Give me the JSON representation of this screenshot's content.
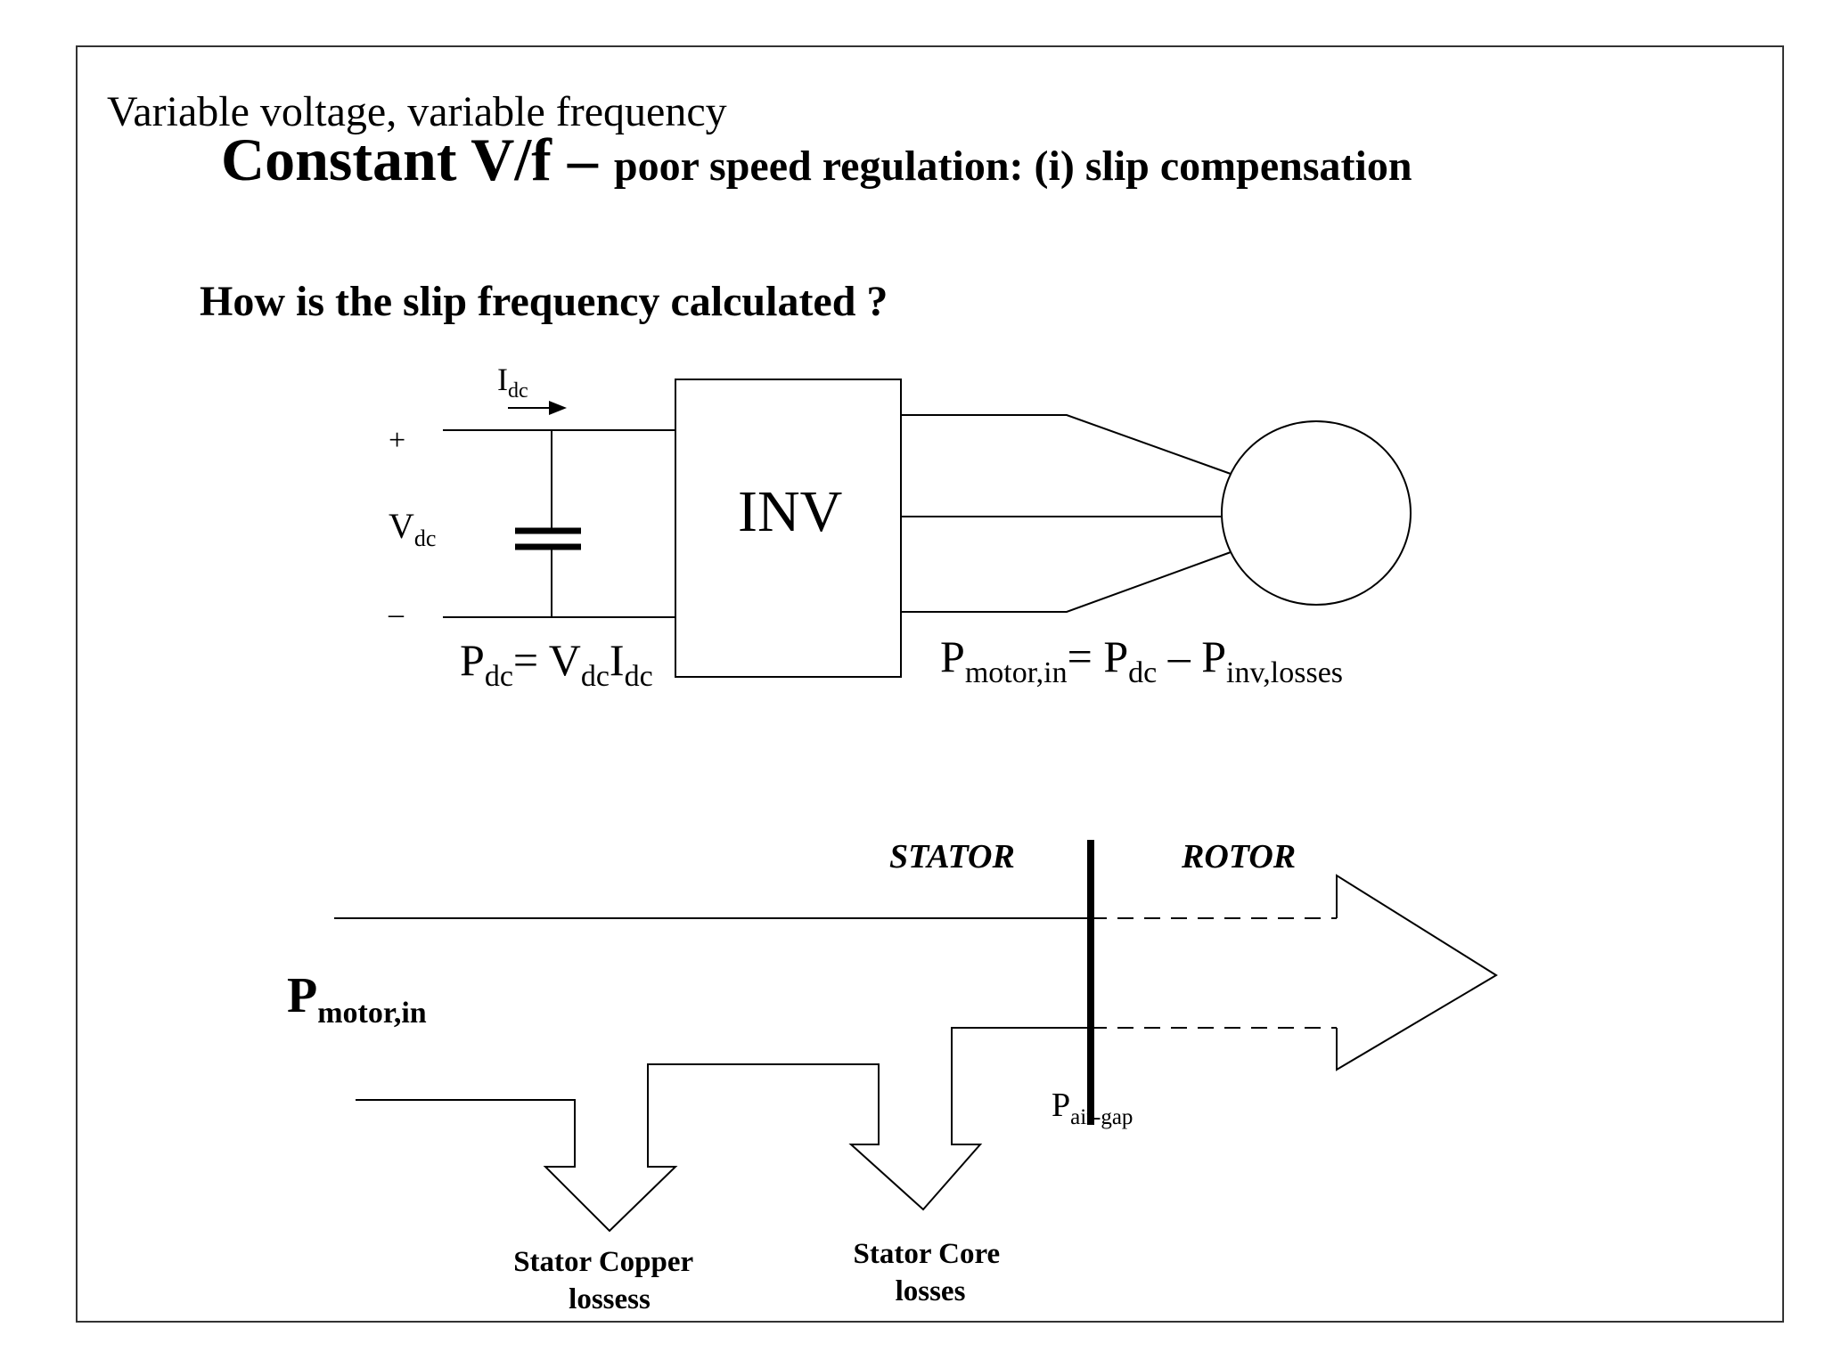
{
  "slide": {
    "header": "Variable voltage, variable frequency",
    "title_main": "Constant V/f",
    "title_dash": "–",
    "title_rest": "poor speed regulation:  (i) slip compensation",
    "question": "How is the slip frequency calculated ?"
  },
  "circuit": {
    "current": {
      "base": "I",
      "sub": "dc"
    },
    "plus": "+",
    "minus": "–",
    "voltage": {
      "base": "V",
      "sub": "dc"
    },
    "inverter": "INV",
    "pdc_eq": {
      "p": "P",
      "p_sub": "dc",
      "eq": "= V",
      "v_sub": "dc",
      "i": "I",
      "i_sub": "dc"
    },
    "pmotor_eq": {
      "p": "P",
      "p_sub": "motor,in",
      "eq": "= P",
      "dc_sub": "dc",
      "minus": " – P",
      "loss_sub": "inv,losses"
    }
  },
  "power_flow": {
    "stator": "STATOR",
    "rotor": "ROTOR",
    "input": {
      "base": "P",
      "sub": "motor,in"
    },
    "airgap": {
      "base": "P",
      "sub": "air-gap"
    },
    "copper_losses": [
      "Stator Copper",
      "lossess"
    ],
    "core_losses": [
      "Stator Core",
      "losses"
    ]
  },
  "colors": {
    "ink": "#000000",
    "background": "#ffffff",
    "frame": "#333333"
  }
}
